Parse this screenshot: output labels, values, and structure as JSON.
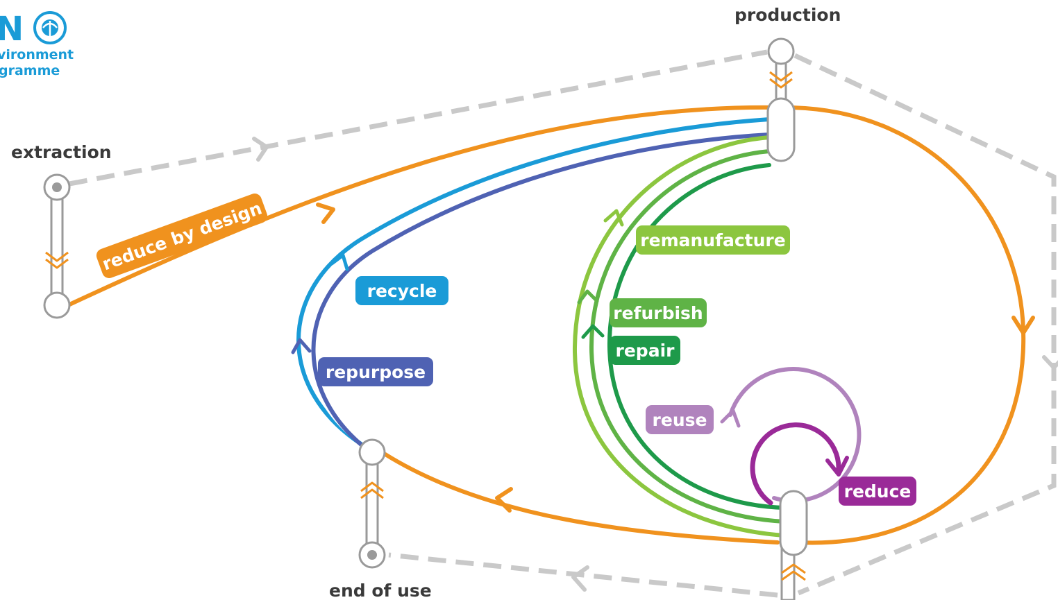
{
  "logo": {
    "letters": "N",
    "line1": "vironment",
    "line2": "gramme"
  },
  "stages": {
    "extraction": "extraction",
    "production": "production",
    "end_of_use": "end of use"
  },
  "strategies": {
    "reduce_by_design": "reduce by design",
    "recycle": "recycle",
    "repurpose": "repurpose",
    "remanufacture": "remanufacture",
    "refurbish": "refurbish",
    "repair": "repair",
    "reuse": "reuse",
    "reduce": "reduce"
  },
  "colors": {
    "orange": "#f0921e",
    "blue": "#1a9bd7",
    "indigo": "#4f62b3",
    "light_green": "#8cc63f",
    "mid_green": "#5fb346",
    "dark_green": "#1e9a4a",
    "lavender": "#b083bd",
    "purple": "#9a2a98",
    "gray": "#c9c9c9"
  }
}
